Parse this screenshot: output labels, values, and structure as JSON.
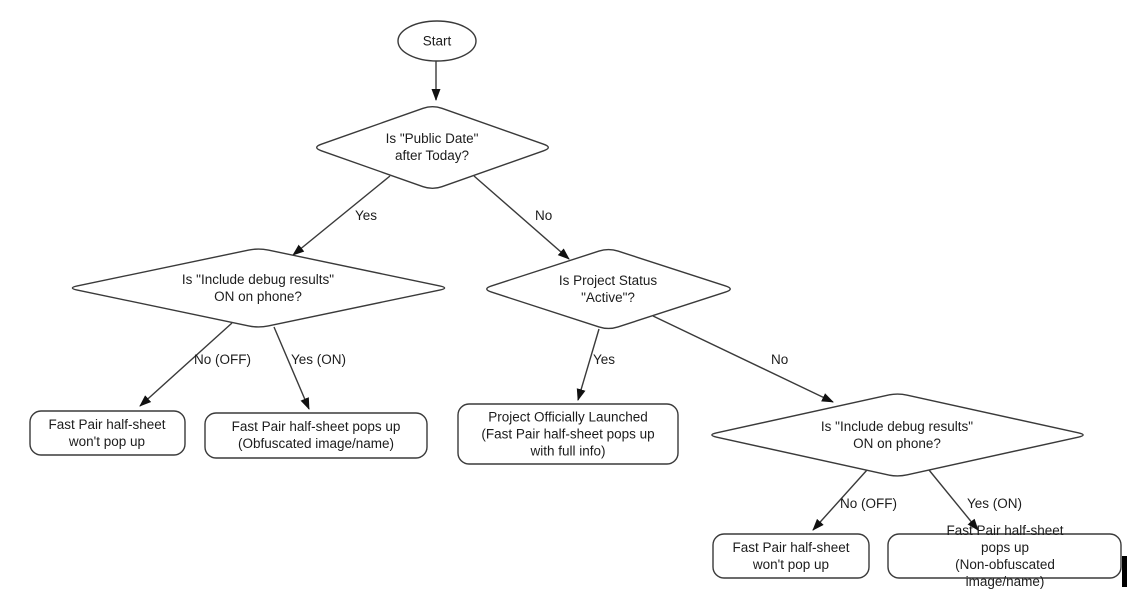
{
  "flowchart": {
    "nodes": {
      "start": {
        "label": "Start"
      },
      "decision_public_date": {
        "label": "Is \"Public Date\"\nafter Today?"
      },
      "decision_debug_left": {
        "label": "Is \"Include debug results\"\nON on phone?"
      },
      "decision_project_status": {
        "label": "Is Project Status\n\"Active\"?"
      },
      "decision_debug_right": {
        "label": "Is \"Include debug results\"\nON on phone?"
      },
      "result_no_popup_left": {
        "label": "Fast Pair half-sheet\nwon't pop up"
      },
      "result_obfuscated": {
        "label": "Fast Pair half-sheet pops up\n(Obfuscated image/name)"
      },
      "result_launched": {
        "label": "Project Officially Launched\n(Fast Pair half-sheet pops up\nwith full info)"
      },
      "result_no_popup_right": {
        "label": "Fast Pair half-sheet\nwon't pop up"
      },
      "result_non_obfuscated": {
        "label": "Fast Pair half-sheet pops up\n(Non-obfuscated image/name)"
      }
    },
    "edge_labels": {
      "public_date_yes": "Yes",
      "public_date_no": "No",
      "debug_left_no": "No (OFF)",
      "debug_left_yes": "Yes (ON)",
      "project_status_yes": "Yes",
      "project_status_no": "No",
      "debug_right_no": "No (OFF)",
      "debug_right_yes": "Yes (ON)"
    },
    "colors": {
      "stroke": "#3a3a3a",
      "text": "#1c1c1c",
      "background": "#ffffff"
    }
  }
}
